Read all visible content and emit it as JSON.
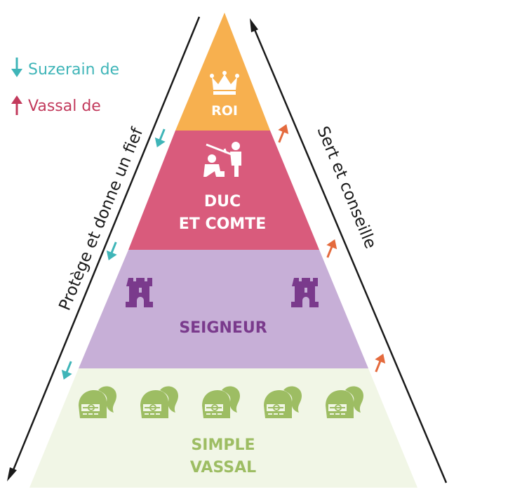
{
  "legend": {
    "suzerain": {
      "label": "Suzerain de",
      "color": "#3fb5b8"
    },
    "vassal": {
      "label": "Vassal de",
      "color": "#c23a5c"
    }
  },
  "sides": {
    "left": "Protège et donne un fief",
    "right": "Sert et conseille"
  },
  "levels": {
    "roi": {
      "label": "ROI",
      "fill": "#f7b04f",
      "text_color": "#ffffff",
      "icon": "crown-icon"
    },
    "duc": {
      "line1": "DUC",
      "line2": "ET COMTE",
      "fill": "#d95b7c",
      "text_color": "#ffffff",
      "icon": "knighting-icon"
    },
    "seigneur": {
      "label": "SEIGNEUR",
      "fill": "#c7afd7",
      "text_color": "#7a3a8c",
      "icon": "castle-tower-icon"
    },
    "vassal": {
      "line1": "SIMPLE",
      "line2": "VASSAL",
      "fill": "#f1f6e6",
      "text_color": "#9dbd63",
      "icon": "knight-helmet-icon"
    }
  },
  "colors": {
    "down_arrow": "#3fb5b8",
    "up_arrow": "#e46a3d",
    "line": "#1a1a1a"
  }
}
